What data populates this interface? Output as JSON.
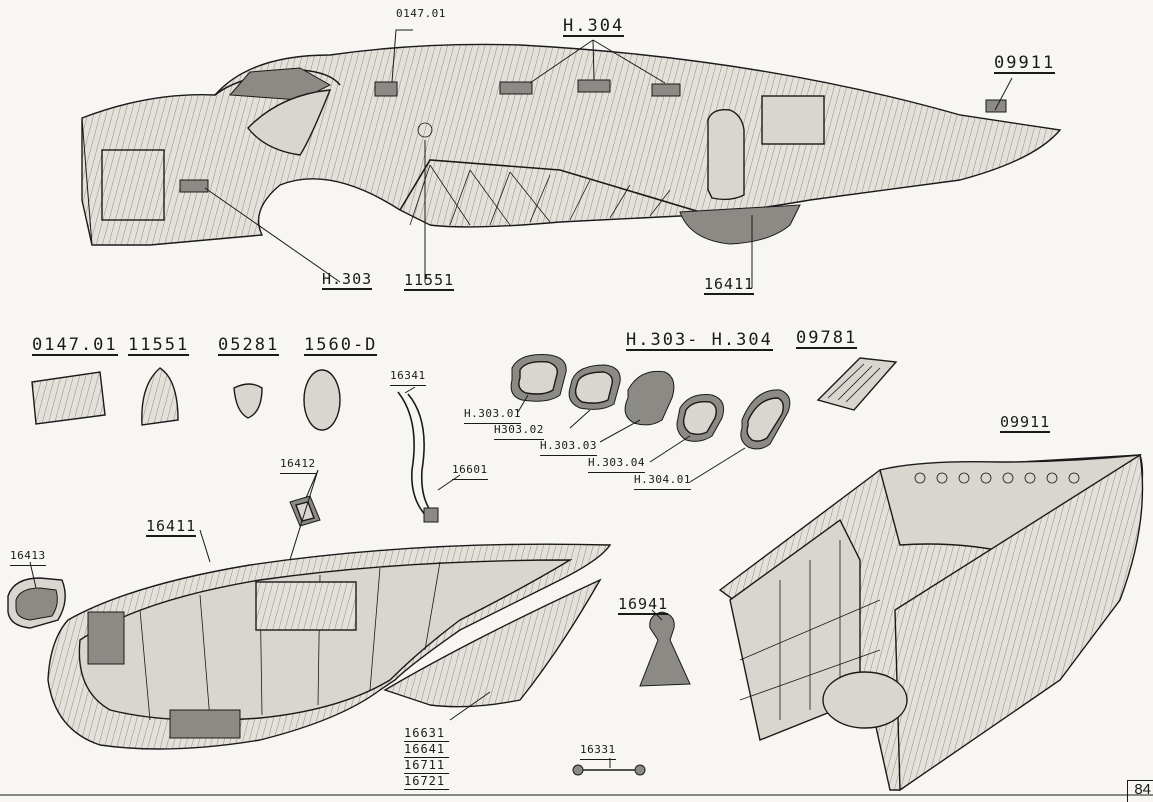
{
  "labels": {
    "top_0147": "0147.01",
    "top_h304": "H.304",
    "top_09911": "09911",
    "top_h303": "H.303",
    "top_11551": "11551",
    "top_16411": "16411",
    "row_0147": "0147.01",
    "row_11551": "11551",
    "row_05281": "05281",
    "row_1560d": "1560-D",
    "row_16341": "16341",
    "row_h303_h304": "H.303- H.304",
    "row_09781": "09781",
    "win_30301": "H.303.01",
    "win_30302": "H303.02",
    "win_30303": "H.303.03",
    "win_30304": "H.303.04",
    "win_30401": "H.304.01",
    "p_16601": "16601",
    "p_16412": "16412",
    "p_16411": "16411",
    "p_16413": "16413",
    "p_16941": "16941",
    "p_09911": "09911",
    "p_16331": "16331"
  },
  "stack_list": [
    "16631",
    "16641",
    "16711",
    "16721"
  ],
  "page_number": "84"
}
